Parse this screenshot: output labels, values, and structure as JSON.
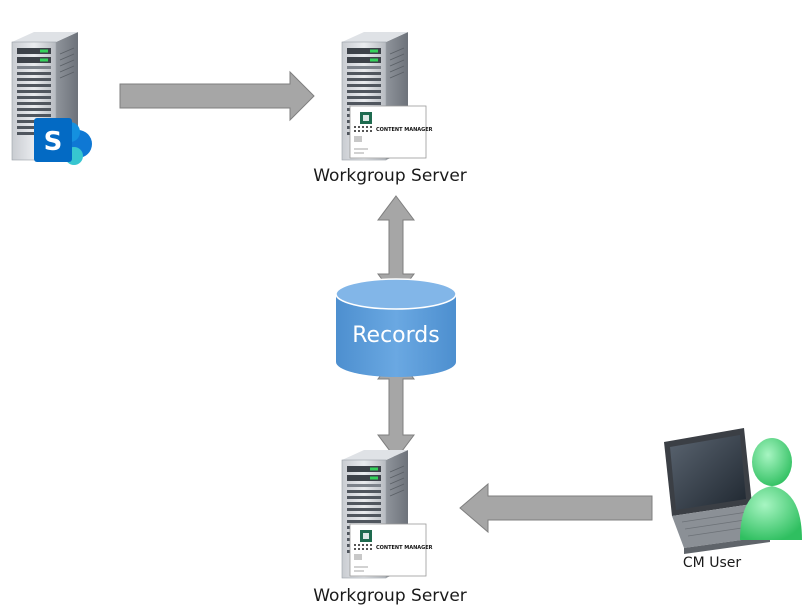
{
  "nodes": {
    "sharepoint_server": {
      "icon": "server-with-sharepoint-icon",
      "logo_letter": "S"
    },
    "workgroup_server_top": {
      "icon": "server-with-content-manager-icon",
      "label": "Workgroup Server",
      "card_text": "CONTENT MANAGER"
    },
    "records_db": {
      "icon": "database-icon",
      "label": "Records"
    },
    "workgroup_server_bottom": {
      "icon": "server-with-content-manager-icon",
      "label": "Workgroup Server",
      "card_text": "CONTENT MANAGER"
    },
    "cm_user": {
      "icon": "laptop-user-icon",
      "label": "CM User"
    }
  },
  "connections": [
    {
      "from": "sharepoint_server",
      "to": "workgroup_server_top",
      "direction": "one-way"
    },
    {
      "from": "workgroup_server_top",
      "to": "records_db",
      "direction": "two-way"
    },
    {
      "from": "records_db",
      "to": "workgroup_server_bottom",
      "direction": "two-way"
    },
    {
      "from": "cm_user",
      "to": "workgroup_server_bottom",
      "direction": "one-way"
    }
  ],
  "colors": {
    "arrow_fill": "#a6a6a6",
    "arrow_stroke": "#7f7f7f",
    "database_fill": "#5b9bd5",
    "database_top": "#7fb0e0",
    "sharepoint_blue": "#0f78d4",
    "content_manager_green": "#1e6b4f",
    "user_green": "#3ecf6e"
  }
}
